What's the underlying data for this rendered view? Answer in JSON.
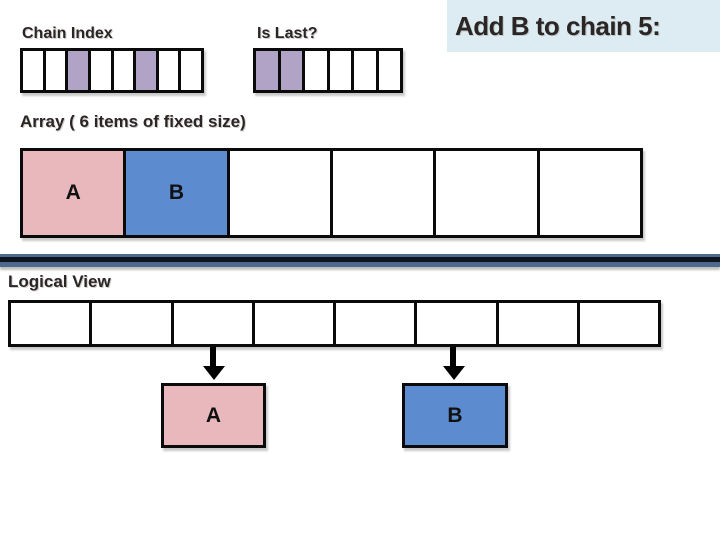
{
  "title": "Add B to chain 5:",
  "colors": {
    "title_bg": "#ddecf2",
    "title_text": "#2b2523",
    "heading_text": "#2b2523",
    "purple": "#b1a3c6",
    "pink": "#e8b8bd",
    "blue": "#5c8bd0",
    "white": "#ffffff",
    "border": "#0a0a0a",
    "arrow": "#000000",
    "divider_outer": "#4d6a8c",
    "divider_core": "#0e1520"
  },
  "chain_index": {
    "label": "Chain Index",
    "cell_count": 8,
    "cell_fills": [
      "#ffffff",
      "#ffffff",
      "#b1a3c6",
      "#ffffff",
      "#ffffff",
      "#b1a3c6",
      "#ffffff",
      "#ffffff"
    ]
  },
  "is_last": {
    "label": "Is Last?",
    "cell_count": 6,
    "cell_fills": [
      "#b1a3c6",
      "#b1a3c6",
      "#ffffff",
      "#ffffff",
      "#ffffff",
      "#ffffff"
    ]
  },
  "array": {
    "label": "Array ( 6 items of fixed size)",
    "cell_count": 6,
    "cell_labels": [
      "A",
      "B",
      "",
      "",
      "",
      ""
    ],
    "cell_fills": [
      "#e8b8bd",
      "#5c8bd0",
      "#ffffff",
      "#ffffff",
      "#ffffff",
      "#ffffff"
    ]
  },
  "logical_view": {
    "label": "Logical View",
    "cell_count": 8,
    "cell_fills": [
      "#ffffff",
      "#ffffff",
      "#ffffff",
      "#ffffff",
      "#ffffff",
      "#ffffff",
      "#ffffff",
      "#ffffff"
    ],
    "pointers": [
      {
        "label": "A",
        "fill": "#e8b8bd",
        "from_cell": 3
      },
      {
        "label": "B",
        "fill": "#5c8bd0",
        "from_cell": 6
      }
    ]
  }
}
